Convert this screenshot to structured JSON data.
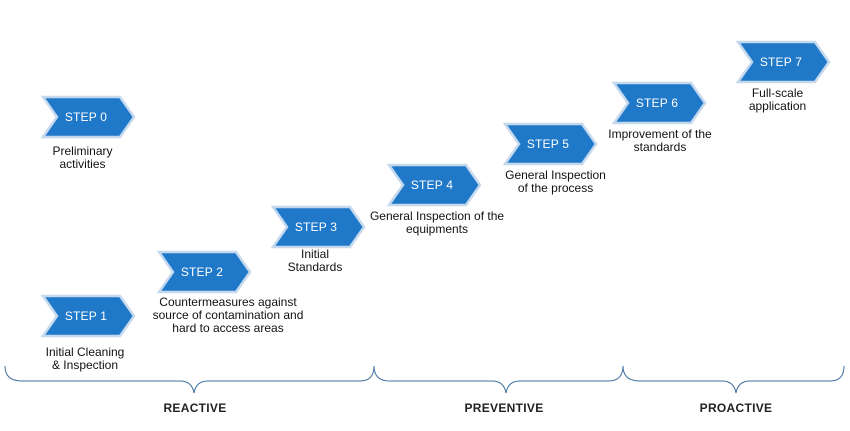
{
  "colors": {
    "chevron_fill": "#1f78c8",
    "chevron_border": "#c4d8ee",
    "brace": "#3f6f9f"
  },
  "steps": [
    {
      "label": "STEP 0",
      "caption": [
        "Preliminary",
        "activities"
      ]
    },
    {
      "label": "STEP 1",
      "caption": [
        "Initial Cleaning",
        "& Inspection"
      ]
    },
    {
      "label": "STEP 2",
      "caption": [
        "Countermeasures against",
        "source of contamination and",
        "hard to access  areas"
      ]
    },
    {
      "label": "STEP 3",
      "caption": [
        "Initial",
        "Standards"
      ]
    },
    {
      "label": "STEP 4",
      "caption": [
        "General Inspection of the",
        "equipments"
      ]
    },
    {
      "label": "STEP 5",
      "caption": [
        "General Inspection",
        "of the process"
      ]
    },
    {
      "label": "STEP 6",
      "caption": [
        "Improvement of the",
        "standards"
      ]
    },
    {
      "label": "STEP 7",
      "caption": [
        "Full-scale",
        "application"
      ]
    }
  ],
  "phases": [
    "REACTIVE",
    "PREVENTIVE",
    "PROACTIVE"
  ]
}
